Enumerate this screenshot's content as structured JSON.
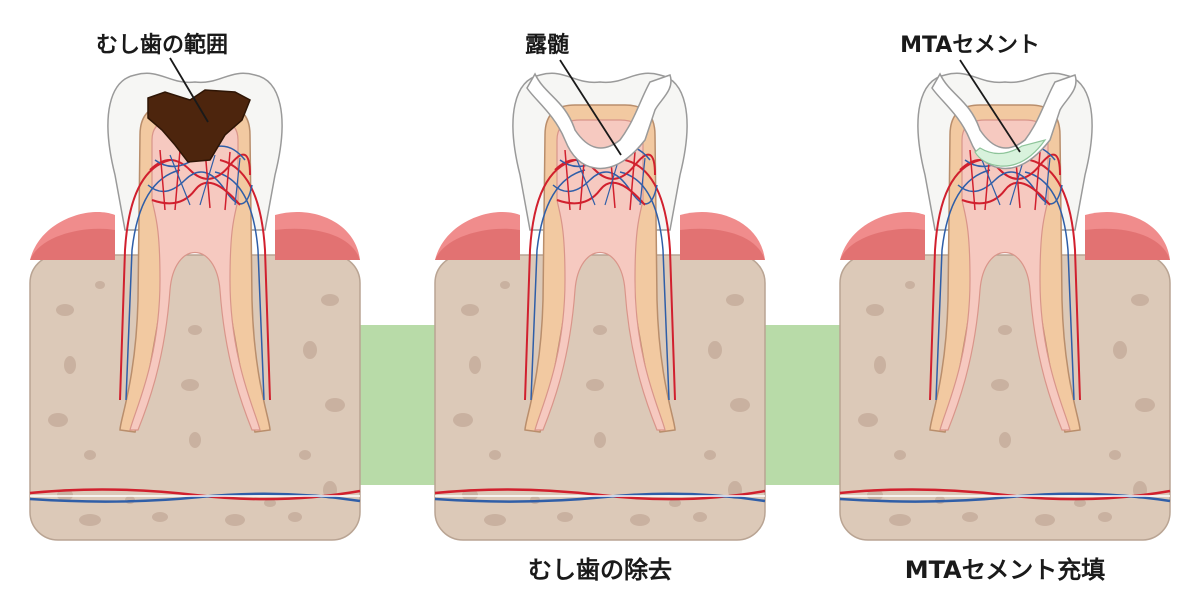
{
  "panels": [
    {
      "top_label": "むし歯の範囲",
      "bottom_label": ""
    },
    {
      "top_label": "露髄",
      "bottom_label": "むし歯の除去"
    },
    {
      "top_label": "MTAセメント",
      "bottom_label": "MTAセメント充填"
    }
  ],
  "colors": {
    "bone": "#dcc9b8",
    "bone_spot": "#c9b1a0",
    "gum": "#f08c8c",
    "gum_dark": "#d75c5c",
    "enamel": "#f6f6f4",
    "dentin": "#f2c9a1",
    "pulp": "#f6c9c0",
    "caries": "#4d250d",
    "mta": "#d8f2dc",
    "connector": "#b8dba8",
    "artery": "#d1202e",
    "vein": "#2f5ea8"
  }
}
